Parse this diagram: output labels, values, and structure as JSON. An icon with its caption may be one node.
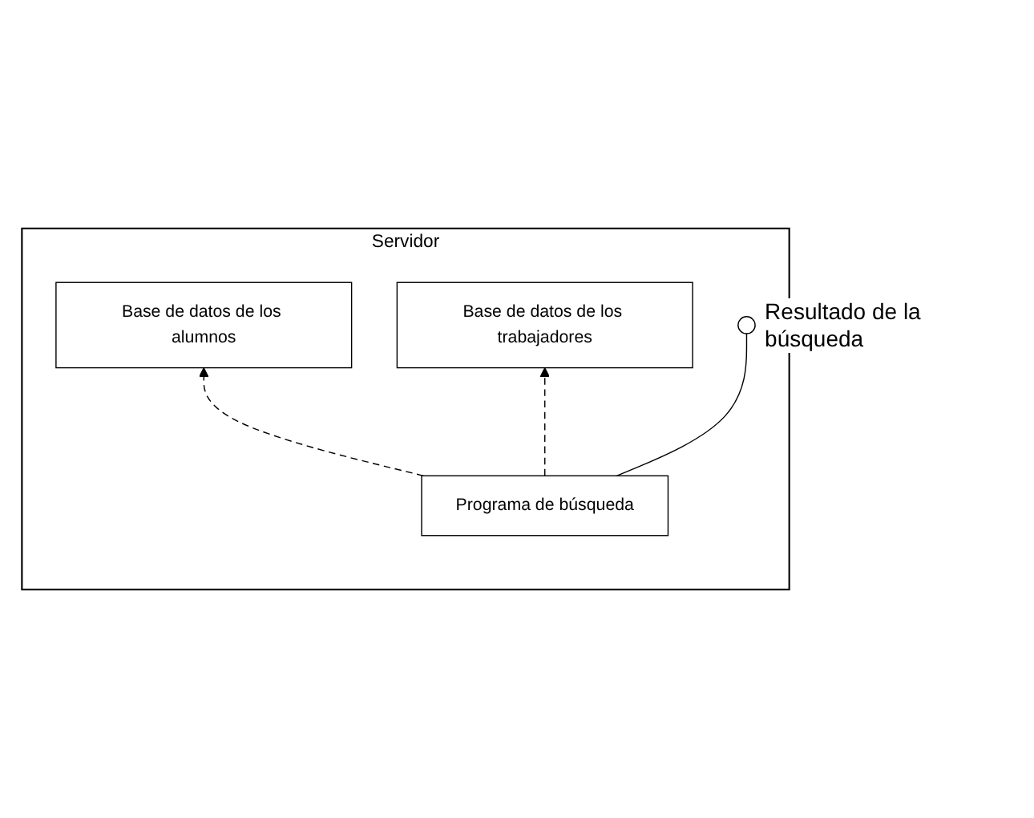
{
  "diagram": {
    "nodes": [
      {
        "text": [
          "Servidor"
        ]
      },
      {
        "text": [
          "Base de datos de los alumnos"
        ],
        "in": 0
      },
      {
        "text": [
          "Base de datos de los trabajadores"
        ],
        "in": 0
      },
      {
        "text": [
          "Programa de búsqueda"
        ],
        "in": 0
      },
      {
        "text": [],
        "shape": "circle",
        "in": 0,
        "beside": [
          "Resultado de la búsqueda"
        ]
      }
    ],
    "edges": [
      {
        "from": 3,
        "to": 1,
        "arrow": "to",
        "style": "dashed"
      },
      {
        "from": 3,
        "to": 2,
        "arrow": "to",
        "style": "dashed"
      },
      {
        "from": 3,
        "to": 4,
        "arrow": "none"
      }
    ]
  }
}
